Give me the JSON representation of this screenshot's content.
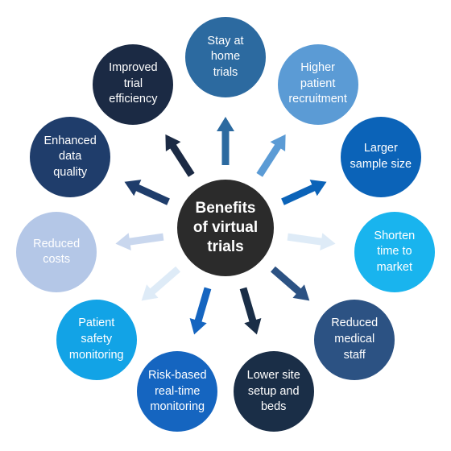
{
  "center": {
    "label": "Benefits\nof virtual\ntrials",
    "color": "#2b2b2b"
  },
  "benefits": [
    {
      "label": "Stay at\nhome\ntrials",
      "color": "#2c6aa0"
    },
    {
      "label": "Higher\npatient\nrecruitment",
      "color": "#5b9bd5"
    },
    {
      "label": "Larger\nsample size",
      "color": "#0b63b8"
    },
    {
      "label": "Shorten\ntime to\nmarket",
      "color": "#19b4ee"
    },
    {
      "label": "Reduced\nmedical\nstaff",
      "color": "#2c5283"
    },
    {
      "label": "Lower site\nsetup and\nbeds",
      "color": "#1a2e47"
    },
    {
      "label": "Risk-based\nreal-time\nmonitoring",
      "color": "#1565c0"
    },
    {
      "label": "Patient\nsafety\nmonitoring",
      "color": "#12a3e6"
    },
    {
      "label": "Reduced\ncosts",
      "color": "#b4c7e7"
    },
    {
      "label": "Enhanced\ndata\nquality",
      "color": "#1f3d6b"
    },
    {
      "label": "Improved\ntrial\nefficiency",
      "color": "#1b2a44"
    }
  ],
  "arrow_colors": [
    "#2c6aa0",
    "#5b9bd5",
    "#0b63b8",
    "#deebf7",
    "#2c5283",
    "#1a2e47",
    "#1565c0",
    "#deebf7",
    "#c9d7ee",
    "#1f3d6b",
    "#1b2a44"
  ]
}
